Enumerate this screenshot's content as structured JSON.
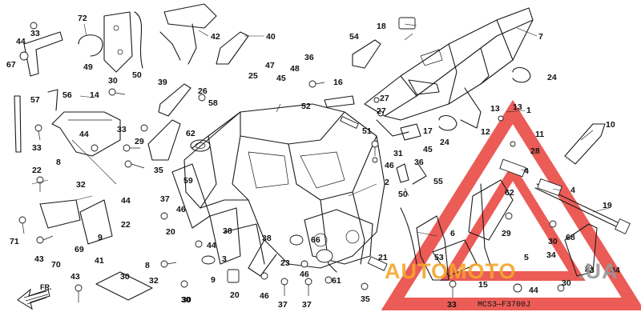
{
  "diagram": {
    "reference_code": "MCS3—F3700J",
    "direction_marker": "FR.",
    "watermark": {
      "text_orange": "AUTOMOTO",
      "text_gray": ".UA",
      "color_red": "#e8403a",
      "color_orange": "#f4a72c",
      "color_gray": "#9a9a9a"
    },
    "callouts": [
      {
        "id": "c1",
        "text": "72"
      },
      {
        "id": "c2",
        "text": "33"
      },
      {
        "id": "c3",
        "text": "44"
      },
      {
        "id": "c4",
        "text": "67"
      },
      {
        "id": "c5",
        "text": "49"
      },
      {
        "id": "c6",
        "text": "30"
      },
      {
        "id": "c7",
        "text": "50"
      },
      {
        "id": "c8",
        "text": "42"
      },
      {
        "id": "c9",
        "text": "40"
      },
      {
        "id": "c10",
        "text": "18"
      },
      {
        "id": "c11",
        "text": "54"
      },
      {
        "id": "c12",
        "text": "7"
      },
      {
        "id": "c13",
        "text": "57"
      },
      {
        "id": "c14",
        "text": "56"
      },
      {
        "id": "c15",
        "text": "14"
      },
      {
        "id": "c16",
        "text": "39"
      },
      {
        "id": "c17",
        "text": "26"
      },
      {
        "id": "c18",
        "text": "58"
      },
      {
        "id": "c19",
        "text": "25"
      },
      {
        "id": "c20",
        "text": "47"
      },
      {
        "id": "c21",
        "text": "45"
      },
      {
        "id": "c22",
        "text": "48"
      },
      {
        "id": "c23",
        "text": "36"
      },
      {
        "id": "c24",
        "text": "16"
      },
      {
        "id": "c25",
        "text": "52"
      },
      {
        "id": "c26",
        "text": "27"
      },
      {
        "id": "c27",
        "text": "27"
      },
      {
        "id": "c28",
        "text": "24"
      },
      {
        "id": "c29",
        "text": "13"
      },
      {
        "id": "c30",
        "text": "1"
      },
      {
        "id": "c31",
        "text": "10"
      },
      {
        "id": "c32",
        "text": "33"
      },
      {
        "id": "c33",
        "text": "44"
      },
      {
        "id": "c34",
        "text": "33"
      },
      {
        "id": "c35",
        "text": "29"
      },
      {
        "id": "c36",
        "text": "62"
      },
      {
        "id": "c37",
        "text": "51"
      },
      {
        "id": "c38",
        "text": "31"
      },
      {
        "id": "c39",
        "text": "45"
      },
      {
        "id": "c40",
        "text": "17"
      },
      {
        "id": "c41",
        "text": "24"
      },
      {
        "id": "c42",
        "text": "12"
      },
      {
        "id": "c43",
        "text": "11"
      },
      {
        "id": "c44",
        "text": "28"
      },
      {
        "id": "c45",
        "text": "8"
      },
      {
        "id": "c46",
        "text": "22"
      },
      {
        "id": "c47",
        "text": "35"
      },
      {
        "id": "c48",
        "text": "59"
      },
      {
        "id": "c49",
        "text": "46"
      },
      {
        "id": "c50",
        "text": "2"
      },
      {
        "id": "c51",
        "text": "36"
      },
      {
        "id": "c52",
        "text": "55"
      },
      {
        "id": "c53",
        "text": "4"
      },
      {
        "id": "c54",
        "text": "4"
      },
      {
        "id": "c55",
        "text": "32"
      },
      {
        "id": "c56",
        "text": "44"
      },
      {
        "id": "c57",
        "text": "37"
      },
      {
        "id": "c58",
        "text": "46"
      },
      {
        "id": "c59",
        "text": "50"
      },
      {
        "id": "c60",
        "text": "62"
      },
      {
        "id": "c61",
        "text": "19"
      },
      {
        "id": "c62",
        "text": "9"
      },
      {
        "id": "c63",
        "text": "22"
      },
      {
        "id": "c64",
        "text": "71"
      },
      {
        "id": "c65",
        "text": "43"
      },
      {
        "id": "c66",
        "text": "70"
      },
      {
        "id": "c67",
        "text": "69"
      },
      {
        "id": "c68",
        "text": "20"
      },
      {
        "id": "c69",
        "text": "38"
      },
      {
        "id": "c70",
        "text": "44"
      },
      {
        "id": "c71",
        "text": "6"
      },
      {
        "id": "c72",
        "text": "29"
      },
      {
        "id": "c73",
        "text": "30"
      },
      {
        "id": "c74",
        "text": "68"
      },
      {
        "id": "c75",
        "text": "41"
      },
      {
        "id": "c76",
        "text": "8"
      },
      {
        "id": "c77",
        "text": "30"
      },
      {
        "id": "c78",
        "text": "32"
      },
      {
        "id": "c79",
        "text": "30"
      },
      {
        "id": "c80",
        "text": "3"
      },
      {
        "id": "c81",
        "text": "38"
      },
      {
        "id": "c82",
        "text": "66"
      },
      {
        "id": "c83",
        "text": "21"
      },
      {
        "id": "c84",
        "text": "53"
      },
      {
        "id": "c85",
        "text": "34"
      },
      {
        "id": "c86",
        "text": "34"
      },
      {
        "id": "c87",
        "text": "23"
      },
      {
        "id": "c88",
        "text": "43"
      },
      {
        "id": "c89",
        "text": "9"
      },
      {
        "id": "c90",
        "text": "20"
      },
      {
        "id": "c91",
        "text": "46"
      },
      {
        "id": "c92",
        "text": "37"
      },
      {
        "id": "c93",
        "text": "37"
      },
      {
        "id": "c94",
        "text": "46"
      },
      {
        "id": "c95",
        "text": "61"
      },
      {
        "id": "c96",
        "text": "35"
      },
      {
        "id": "c97",
        "text": "15"
      },
      {
        "id": "c98",
        "text": "33"
      },
      {
        "id": "c99",
        "text": "30"
      },
      {
        "id": "c100",
        "text": "30"
      },
      {
        "id": "c101",
        "text": "44"
      },
      {
        "id": "c102",
        "text": "5"
      },
      {
        "id": "c103",
        "text": "13"
      },
      {
        "id": "c104",
        "text": "43"
      }
    ]
  }
}
